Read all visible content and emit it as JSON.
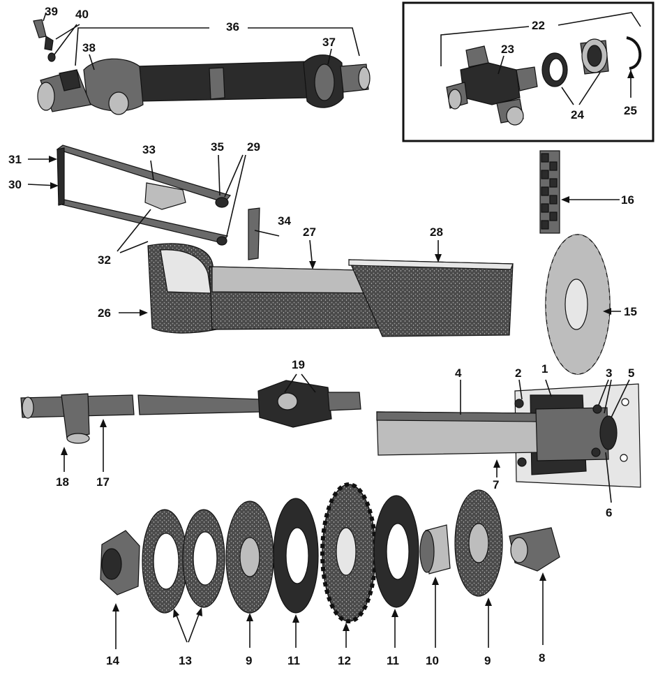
{
  "labels": {
    "p1": "1",
    "p2": "2",
    "p3": "3",
    "p4": "4",
    "p5": "5",
    "p6": "6",
    "p7": "7",
    "p8": "8",
    "p9a": "9",
    "p9b": "9",
    "p10": "10",
    "p11a": "11",
    "p11b": "11",
    "p12": "12",
    "p13": "13",
    "p14": "14",
    "p15": "15",
    "p16": "16",
    "p17": "17",
    "p18": "18",
    "p19": "19",
    "p22": "22",
    "p23": "23",
    "p24": "24",
    "p25": "25",
    "p26": "26",
    "p27": "27",
    "p28": "28",
    "p29": "29",
    "p30": "30",
    "p31": "31",
    "p32": "32",
    "p33": "33",
    "p34": "34",
    "p35": "35",
    "p36": "36",
    "p37": "37",
    "p38": "38",
    "p39": "39",
    "p40": "40"
  }
}
